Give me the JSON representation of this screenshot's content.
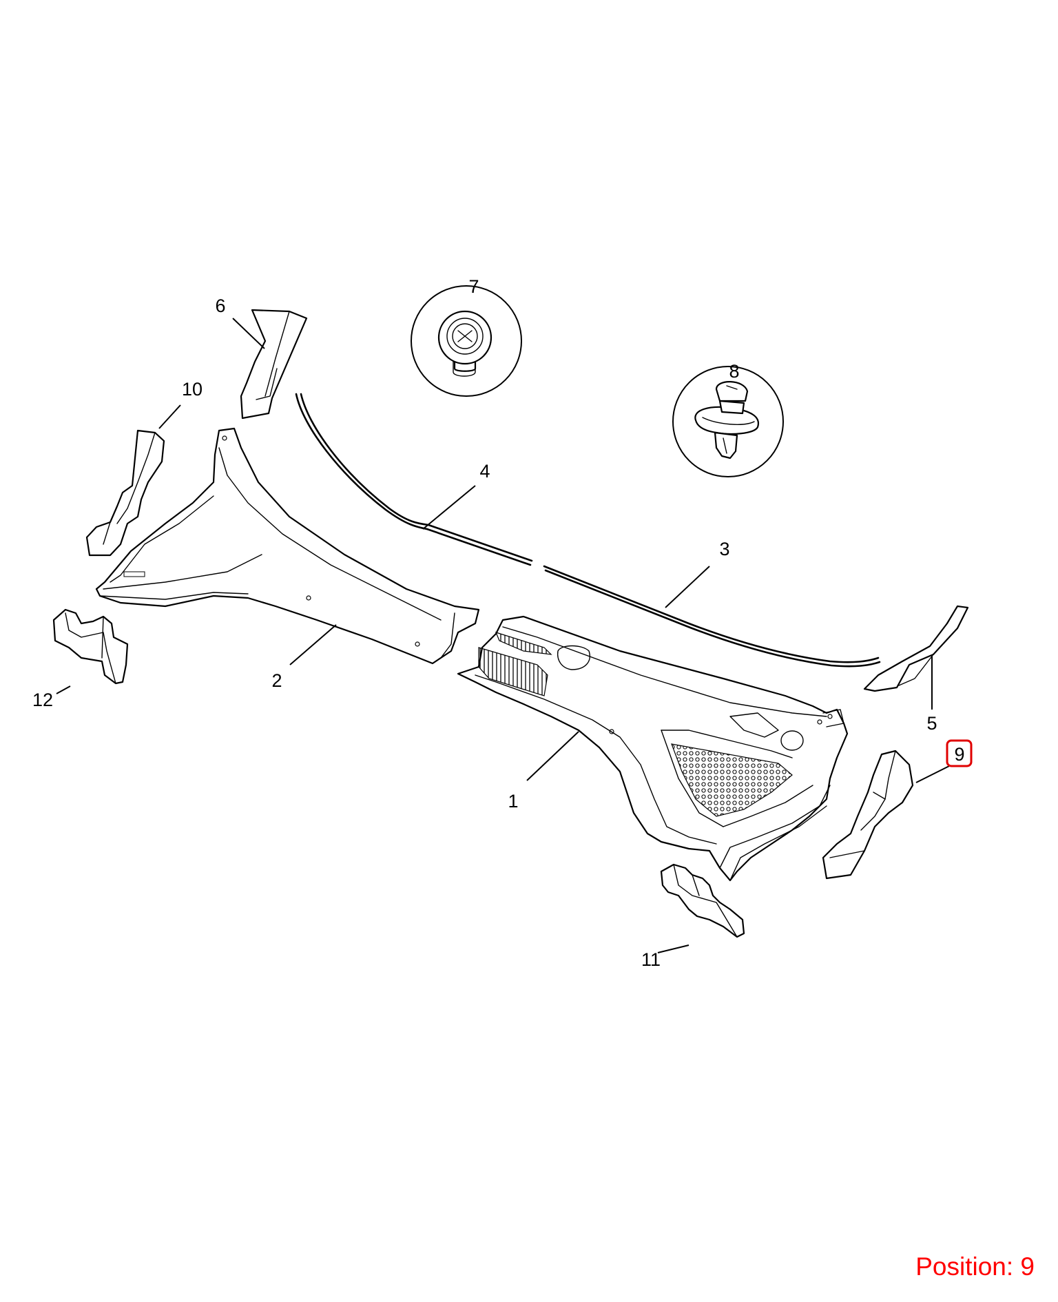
{
  "callouts": {
    "c1": "1",
    "c2": "2",
    "c3": "3",
    "c4": "4",
    "c5": "5",
    "c6": "6",
    "c7": "7",
    "c8": "8",
    "c9": "9",
    "c10": "10",
    "c11": "11",
    "c12": "12"
  },
  "highlighted_callout": "9",
  "highlight_color": "#e00000",
  "position_label": "Position: 9",
  "position_label_color": "#ff0000"
}
